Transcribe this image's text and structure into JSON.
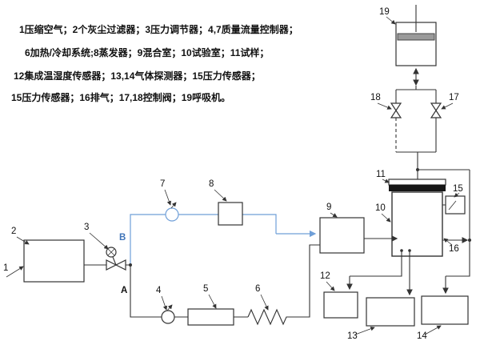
{
  "legend": {
    "lines": [
      "1压缩空气；2个灰尘过滤器；3压力调节器；4,7质量流量控制器；",
      "6加热/冷却系统;8蒸发器；9混合室；10试验室；11试样；",
      "12集成温湿度传感器；13,14气体探测器；15压力传感器；",
      "15压力传感器；16排气；17,18控制阀；19呼吸机。"
    ]
  },
  "labels": {
    "l1": "1",
    "l2": "2",
    "l3": "3",
    "l4": "4",
    "l5": "5",
    "l6": "6",
    "l7": "7",
    "l8": "8",
    "l9": "9",
    "l10": "10",
    "l11": "11",
    "l12": "12",
    "l13": "13",
    "l14": "14",
    "l15": "15",
    "l16": "16",
    "l17": "17",
    "l18": "18",
    "l19": "19",
    "pointA": "A",
    "pointB": "B"
  },
  "colors": {
    "line": "#333333",
    "blue_pipe": "#6f9fd8",
    "label_b_blue": "#3f74b8",
    "sample_fill": "#161616",
    "piston_fill": "#9a9a9a"
  }
}
